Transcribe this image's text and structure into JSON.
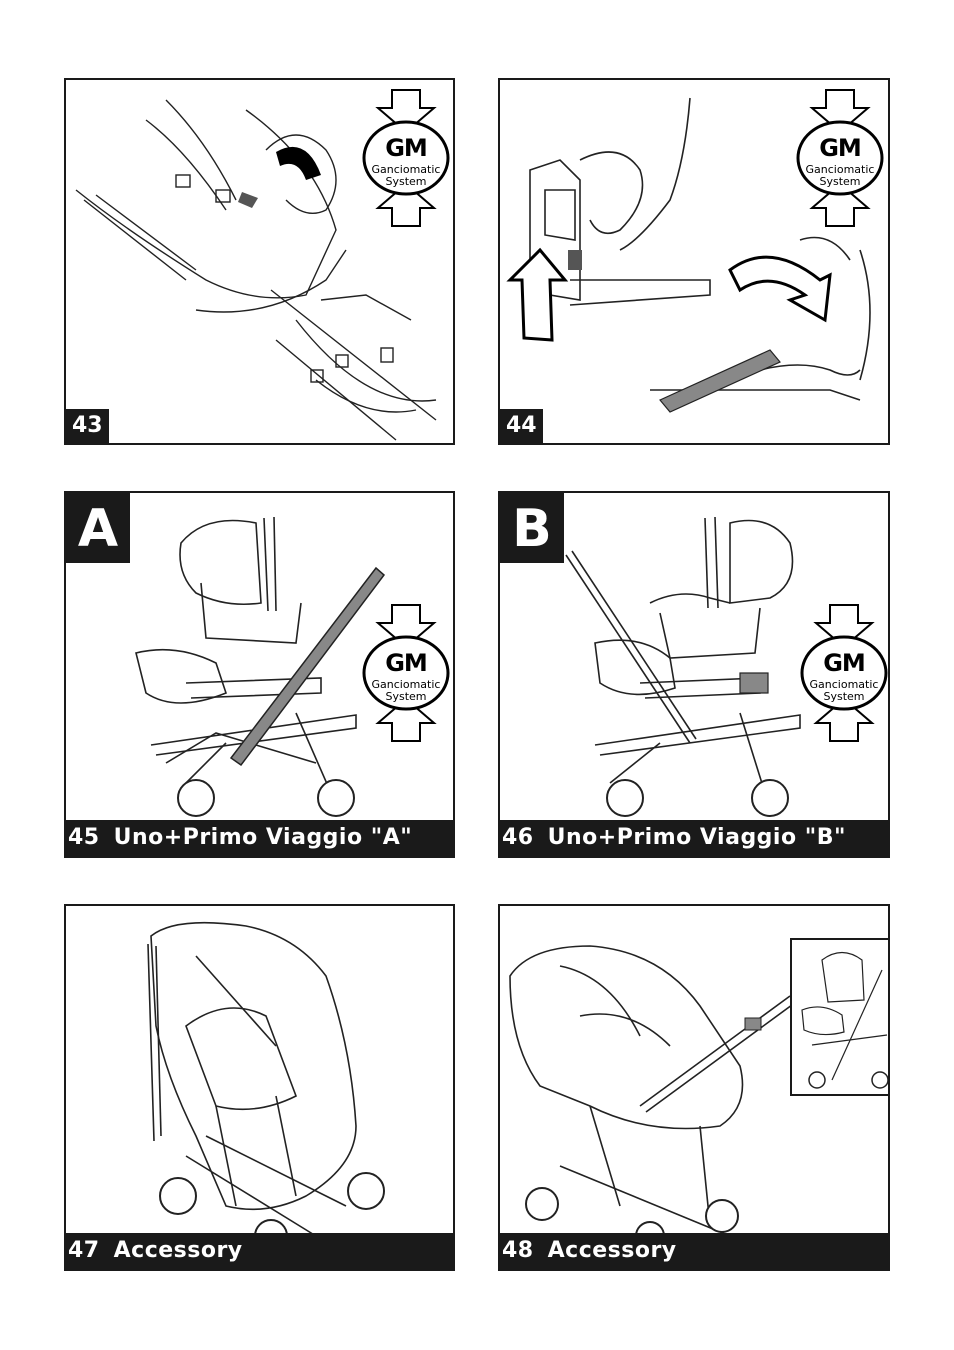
{
  "panels": [
    {
      "number": "43",
      "caption": ""
    },
    {
      "number": "44",
      "caption": ""
    },
    {
      "number": "45",
      "caption": "Uno+Primo Viaggio \"A\"",
      "letter": "A"
    },
    {
      "number": "46",
      "caption": "Uno+Primo Viaggio \"B\"",
      "letter": "B"
    },
    {
      "number": "47",
      "caption": "Accessory"
    },
    {
      "number": "48",
      "caption": "Accessory"
    }
  ],
  "gm_badge": {
    "logo": "GM",
    "line1": "Ganciomatic",
    "line2": "System"
  },
  "colors": {
    "frame": "#1a1a1a",
    "bar": "#1a1a1a",
    "accent_gray": "#808080"
  }
}
